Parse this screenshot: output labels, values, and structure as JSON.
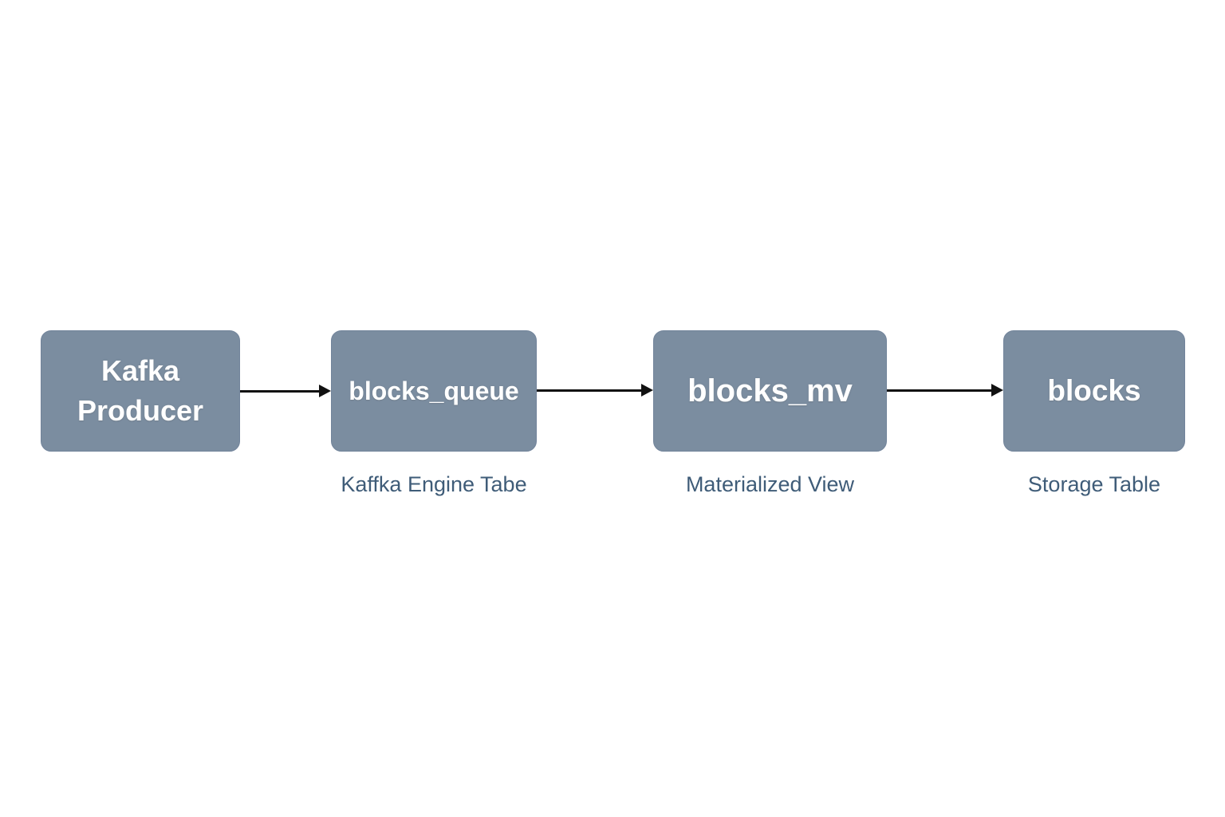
{
  "colors": {
    "bg": "#ffffff",
    "box-fill": "#7b8da0",
    "box-border": "#72849b",
    "box-text": "#ffffff",
    "caption": "#3f5c78",
    "arrow": "#111111"
  },
  "diagram": {
    "type": "flow-left-to-right",
    "nodes": [
      {
        "id": "kafka-producer",
        "label": "Kafka Producer",
        "label_lines": [
          "Kafka",
          "Producer"
        ],
        "caption": ""
      },
      {
        "id": "blocks_queue",
        "label": "blocks_queue",
        "caption": "Kaffka Engine Tabe"
      },
      {
        "id": "blocks_mv",
        "label": "blocks_mv",
        "caption": "Materialized View"
      },
      {
        "id": "blocks",
        "label": "blocks",
        "caption": "Storage Table"
      }
    ],
    "edges": [
      {
        "from": "kafka-producer",
        "to": "blocks_queue"
      },
      {
        "from": "blocks_queue",
        "to": "blocks_mv"
      },
      {
        "from": "blocks_mv",
        "to": "blocks"
      }
    ]
  }
}
